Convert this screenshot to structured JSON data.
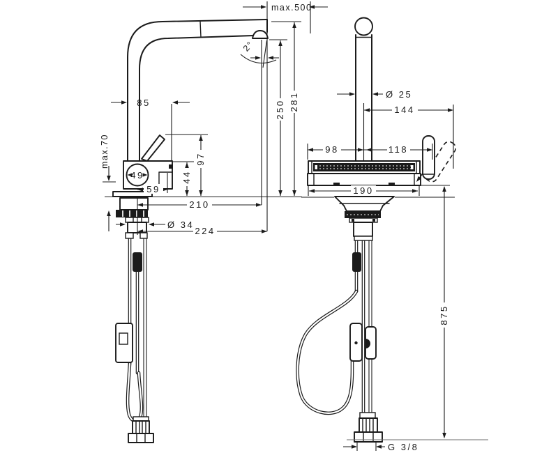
{
  "drawing": {
    "kind": "faucet installation dimension drawing",
    "colors": {
      "line": "#1b1b1b",
      "background": "#ffffff"
    }
  },
  "front": {
    "max500": "max.500",
    "angle": "2°",
    "n85": "85",
    "max70": "max.70",
    "n49": "49",
    "n59": "59",
    "n44": "44",
    "n97": "97",
    "n250": "250",
    "n281": "281",
    "n210": "210",
    "n224": "224",
    "d34": "Ø 34"
  },
  "side": {
    "d25": "Ø 25",
    "n144": "144",
    "n98": "98",
    "n118": "118",
    "n190": "190",
    "n875": "875",
    "thread": "G 3/8"
  }
}
